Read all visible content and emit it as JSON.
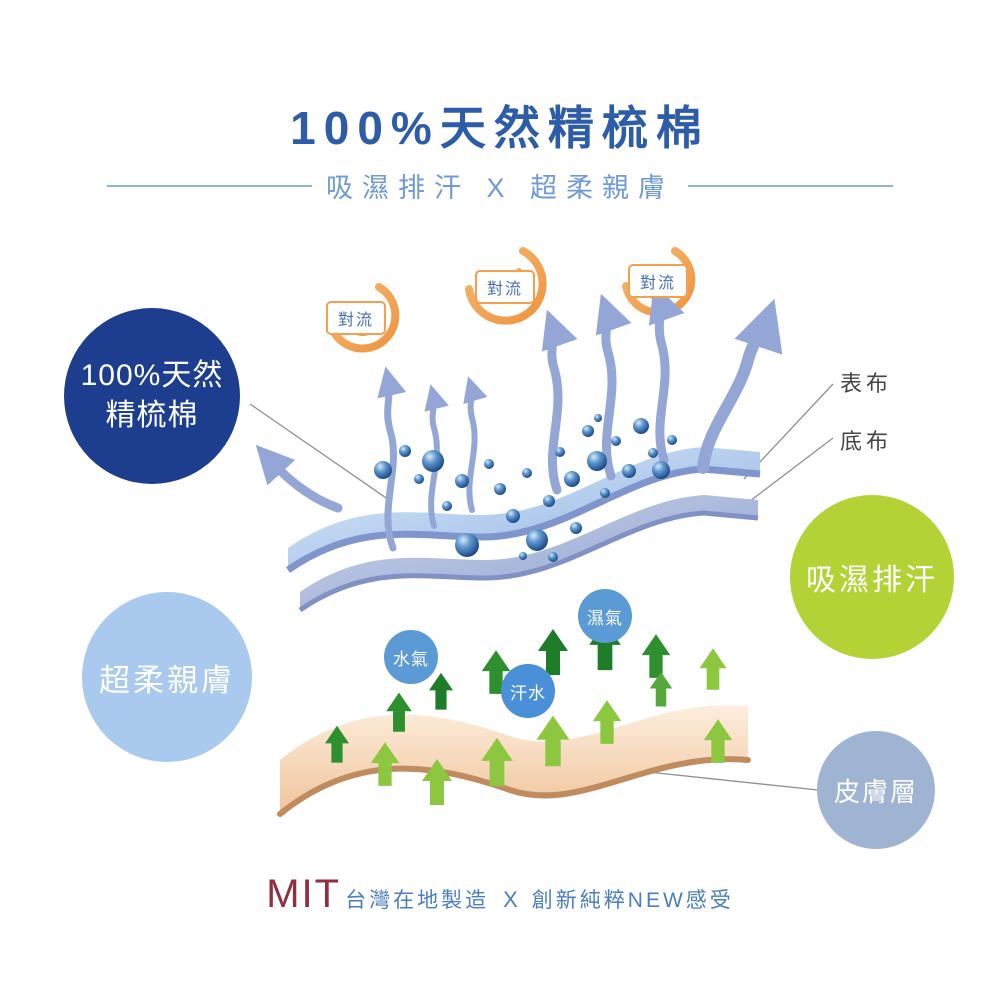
{
  "header": {
    "title": "100%天然精梳棉",
    "subtitle": "吸濕排汗 X 超柔親膚"
  },
  "callouts": {
    "material_line1": "100%天然",
    "material_line2": "精梳棉",
    "soft": "超柔親膚",
    "wicking": "吸濕排汗",
    "skin_layer": "皮膚層",
    "surface_fabric": "表布",
    "bottom_fabric": "底布"
  },
  "diagram_labels": {
    "convection": "對流",
    "moisture": "濕氣",
    "water_vapor": "水氣",
    "sweat": "汗水"
  },
  "footer": {
    "mit": "MIT",
    "made_in": "台灣在地製造",
    "separator": "X",
    "slogan": "創新純粹NEW感受"
  },
  "colors": {
    "title_blue": "#2d5ca8",
    "subtitle_blue": "#6f9ad2",
    "dark_navy_circle": "#1d3d8f",
    "light_blue_circle": "#a9c9ef",
    "lime_green_circle": "#b2d235",
    "blue_gray_circle": "#9fb3d2",
    "orange_swirl": "#f3a558",
    "moisture_badge_blue": "#5b9bd5",
    "fabric_blue": "#8fb2e2",
    "skin_peach": "#f2c49c",
    "mit_red": "#8f2f3f",
    "footer_blue": "#4a7ec0"
  }
}
